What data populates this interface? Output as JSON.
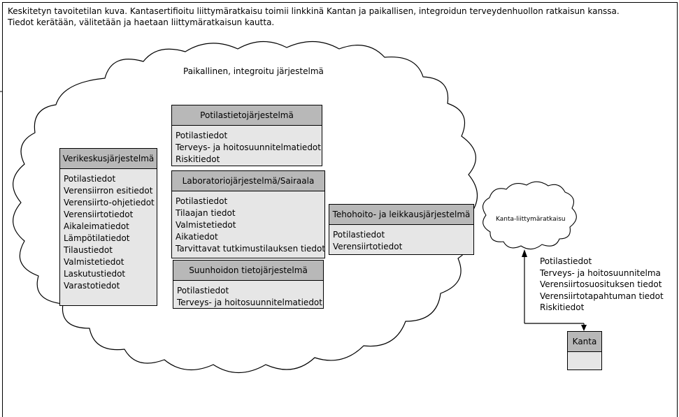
{
  "caption": {
    "line1": "Keskitetyn tavoitetilan kuva. Kantasertifioitu liittymäratkaisu toimii linkkinä Kantan ja paikallisen, integroidun terveydenhuollon ratkaisun kanssa.",
    "line2": "Tiedot kerätään, välitetään ja haetaan liittymäratkaisun kautta."
  },
  "local_cloud_label": "Paikallinen, integroitu järjestelmä",
  "systems": {
    "potilastieto": {
      "title": "Potilastietojärjestelmä",
      "items": [
        "Potilastiedot",
        "Terveys- ja hoitosuunnitelmatiedot",
        "Riskitiedot"
      ]
    },
    "verikeskus": {
      "title": "Verikeskusjärjestelmä",
      "items": [
        "Potilastiedot",
        "Verensiirron esitiedot",
        "Verensiirto-ohjetiedot",
        "Verensiirtotiedot",
        "Aikaleimatiedot",
        "Lämpötilatiedot",
        "Tilaustiedot",
        "Valmistetiedot",
        "Laskutustiedot",
        "Varastotiedot"
      ]
    },
    "laboratorio": {
      "title": "Laboratoriojärjestelmä/Sairaala",
      "items": [
        "Potilastiedot",
        "Tilaajan tiedot",
        "Valmistetiedot",
        "Aikatiedot",
        "Tarvittavat tutkimustilauksen tiedot"
      ]
    },
    "tehohoito": {
      "title": "Tehohoito- ja leikkausjärjestelmä",
      "items": [
        "Potilastiedot",
        "Verensiirtotiedot"
      ]
    },
    "suunhoito": {
      "title": "Suunhoidon tietojärjestelmä",
      "items": [
        "Potilastiedot",
        "Terveys- ja hoitosuunnitelmatiedot"
      ]
    }
  },
  "interface_cloud_label": "Kanta-liittymäratkaisu",
  "exchange_items": [
    "Potilastiedot",
    "Terveys- ja hoitosuunnitelma",
    "Verensiirtosuosituksen tiedot",
    "Verensiirtotapahtuman tiedot",
    "Riskitiedot"
  ],
  "kanta": {
    "title": "Kanta"
  }
}
